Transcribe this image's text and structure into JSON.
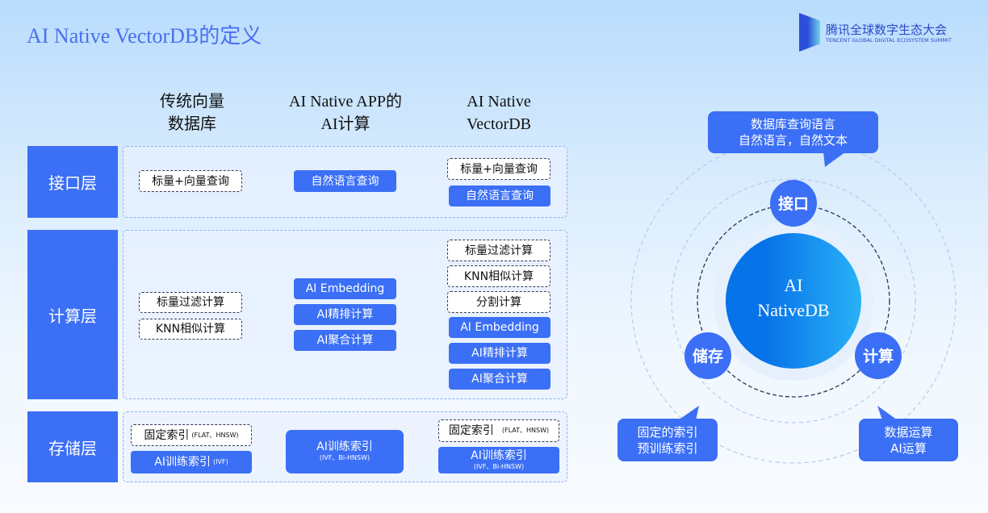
{
  "title": "AI Native VectorDB的定义",
  "logo": {
    "cn": "腾讯全球数字生态大会",
    "en": "TENCENT GLOBAL DIGITAL ECOSYSTEM SUMMIT"
  },
  "columns": [
    {
      "line1": "传统向量",
      "line2": "数据库"
    },
    {
      "line1": "AI Native APP的",
      "line2": "AI计算"
    },
    {
      "line1": "AI Native",
      "line2": "VectorDB"
    }
  ],
  "rows": {
    "interface": "接口层",
    "compute": "计算层",
    "storage": "存储层"
  },
  "interface": {
    "c1": [
      "标量+向量查询"
    ],
    "c2": [
      "自然语言查询"
    ],
    "c3_dashed": [
      "标量+向量查询"
    ],
    "c3_solid": [
      "自然语言查询"
    ]
  },
  "compute": {
    "c1": [
      "标量过滤计算",
      "KNN相似计算"
    ],
    "c2": [
      "AI Embedding",
      "AI精排计算",
      "AI聚合计算"
    ],
    "c3_dashed": [
      "标量过滤计算",
      "KNN相似计算",
      "分割计算"
    ],
    "c3_solid": [
      "AI Embedding",
      "AI精排计算",
      "AI聚合计算"
    ]
  },
  "storage": {
    "fixed": "固定索引",
    "fixed_note": "(FLAT、HNSW)",
    "trained": "AI训练索引",
    "ivf_note": "(IVF)",
    "bi_note": "(IVF、Bi-HNSW)"
  },
  "diagram": {
    "core_line1": "AI",
    "core_line2": "NativeDB",
    "node_top": "接口",
    "node_left": "储存",
    "node_right": "计算",
    "bubble_top": [
      "数据库查询语言",
      "自然语言，自然文本"
    ],
    "bubble_left": [
      "固定的索引",
      "预训练索引"
    ],
    "bubble_right": [
      "数据运算",
      "AI运算"
    ]
  },
  "colors": {
    "accent": "#3b6ff5",
    "title": "#4a6ff0"
  }
}
